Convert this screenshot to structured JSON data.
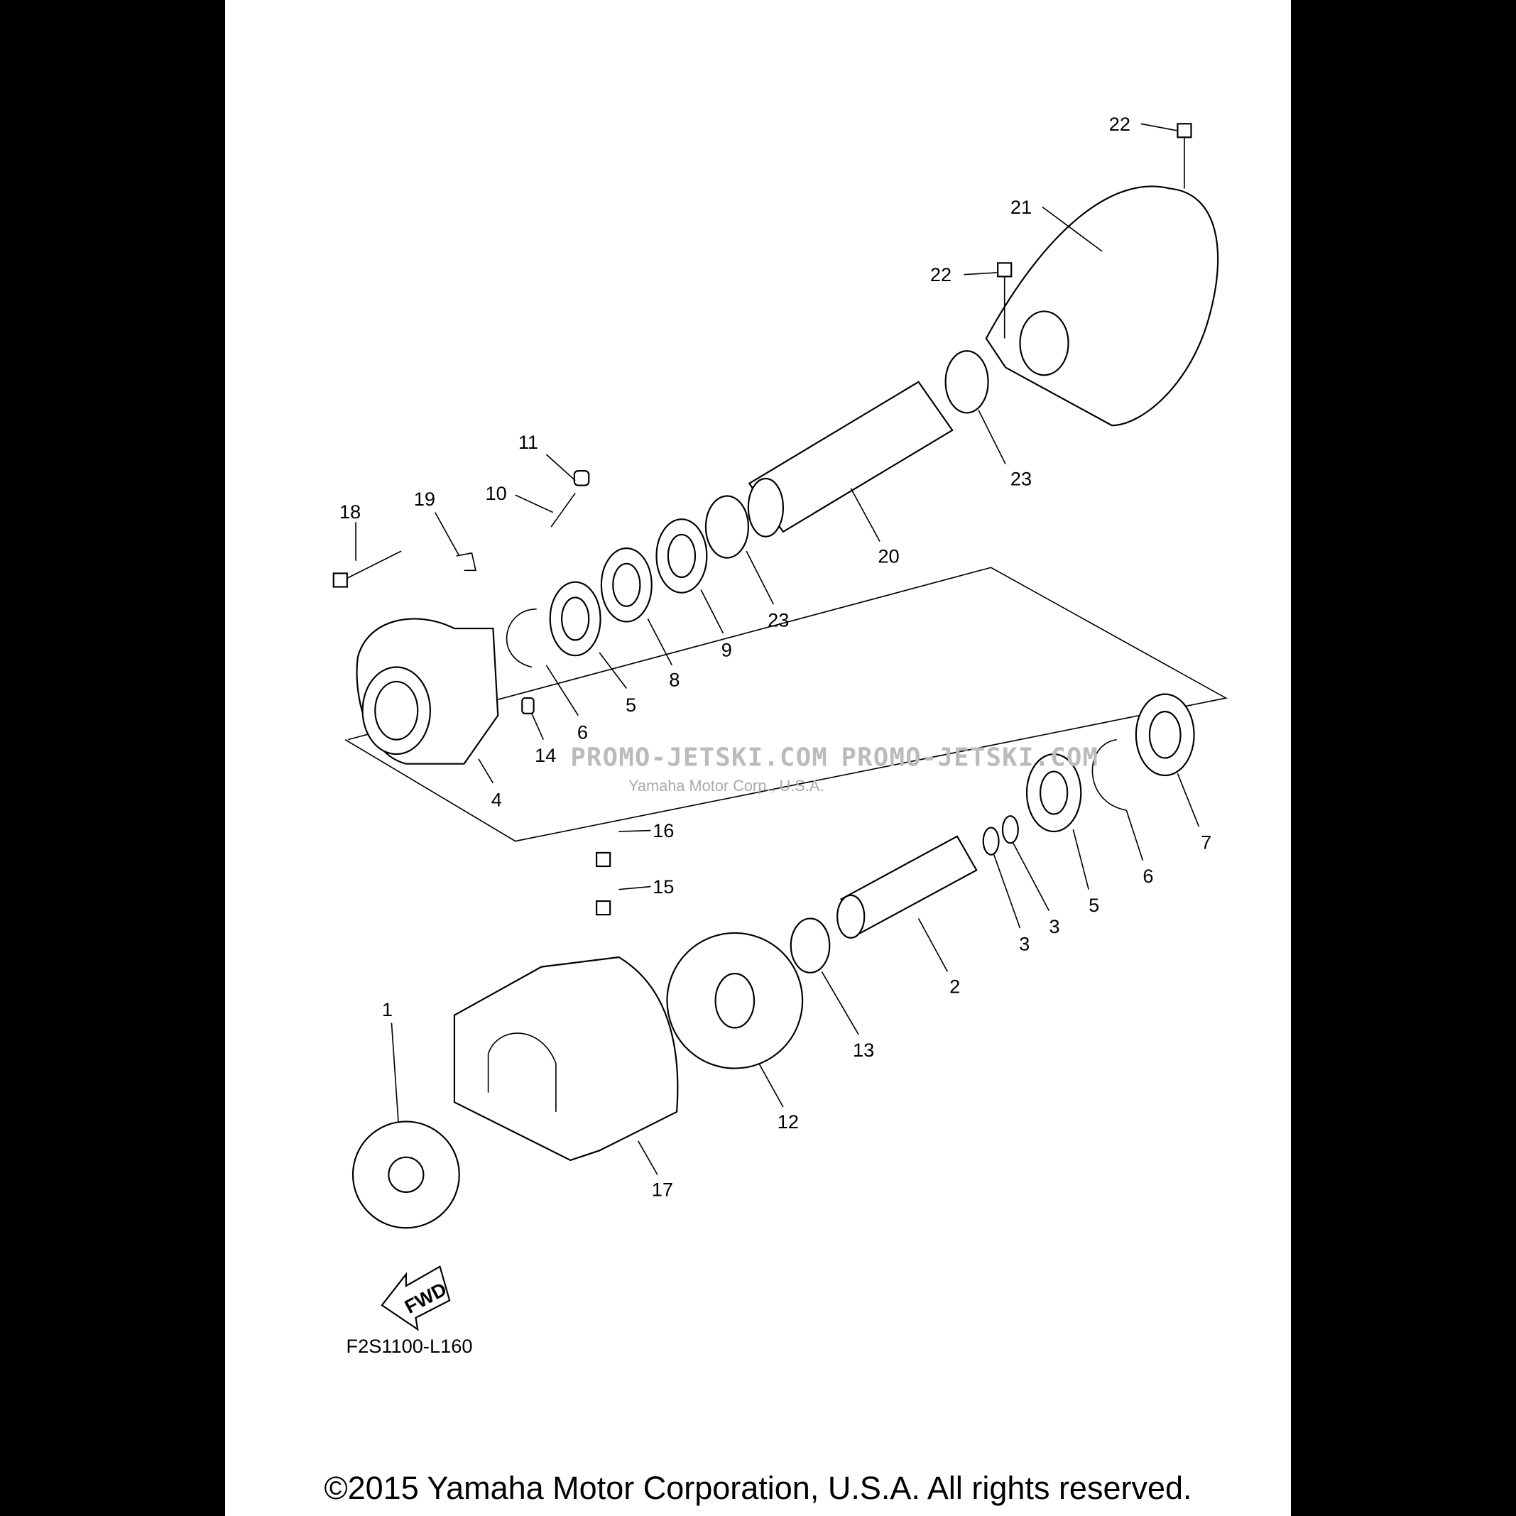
{
  "diagram": {
    "callouts": [
      "22",
      "21",
      "22",
      "11",
      "10",
      "18",
      "19",
      "23",
      "20",
      "23",
      "9",
      "8",
      "5",
      "6",
      "14",
      "4",
      "16",
      "15",
      "7",
      "6",
      "5",
      "3",
      "3",
      "2",
      "13",
      "12",
      "1",
      "17"
    ],
    "direction_arrow": "FWD",
    "figure_code": "F2S1100-L160",
    "watermark": "PROMO-JETSKI.COM",
    "watermark_small": "Yamaha Motor Corp., U.S.A."
  },
  "footer": {
    "copyright": "©2015 Yamaha Motor Corporation, U.S.A. All rights reserved."
  }
}
